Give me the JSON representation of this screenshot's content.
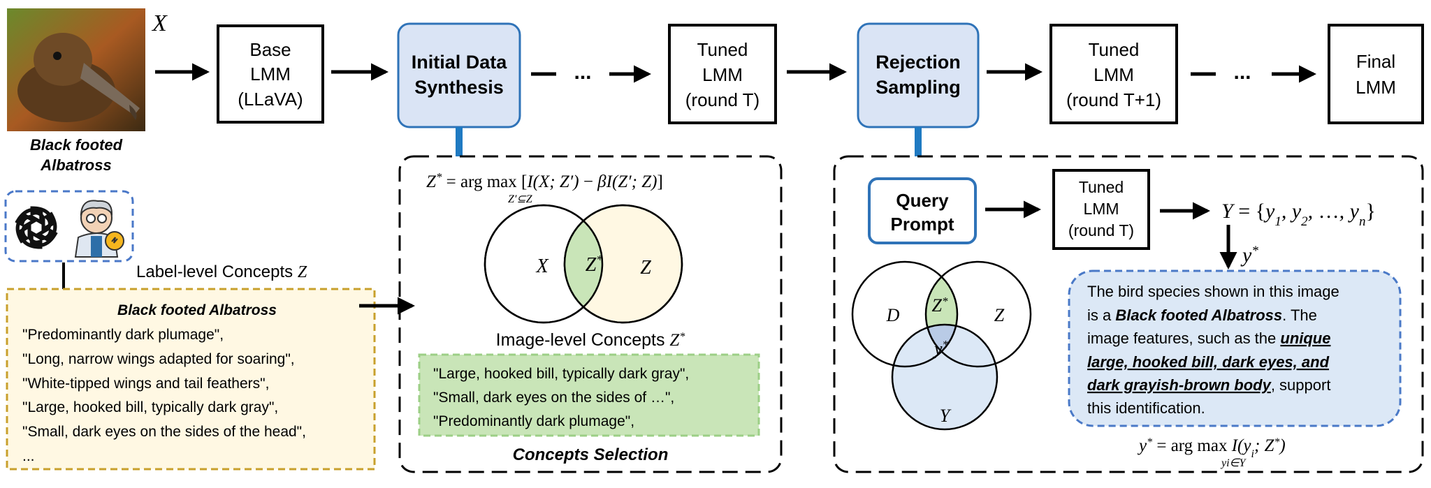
{
  "image_var": "X",
  "image_caption": [
    "Black footed",
    "Albatross"
  ],
  "icons": [
    "openai-logo-icon",
    "expert-lightbulb-icon"
  ],
  "pipeline": {
    "base_lmm": [
      "Base",
      "LMM",
      "(LLaVA)"
    ],
    "initial_synthesis": [
      "Initial Data",
      "Synthesis"
    ],
    "ellipsis": "...",
    "tuned_round_t": [
      "Tuned",
      "LMM",
      "(round T)"
    ],
    "rejection_sampling": [
      "Rejection",
      "Sampling"
    ],
    "tuned_round_t1": [
      "Tuned",
      "LMM",
      "(round T+1)"
    ],
    "final_lmm": [
      "Final",
      "LMM"
    ]
  },
  "label_concepts": {
    "heading": "Label-level Concepts",
    "var": "Z",
    "title": "Black footed Albatross",
    "items": [
      "\"Predominantly dark plumage\",",
      "\"Long, narrow wings adapted for soaring\",",
      "\"White-tipped wings and tail feathers\",",
      "\"Large, hooked bill, typically dark gray\",",
      "\"Small, dark eyes on the sides of the head\",",
      "..."
    ]
  },
  "concepts_selection": {
    "formula": "Z* = arg max [I(X; Z′) − βI(Z′; Z)]",
    "formula_sub": "Z′⊆Z",
    "venn": {
      "left": "X",
      "center": "Z*",
      "right": "Z"
    },
    "image_level_heading": "Image-level Concepts",
    "image_level_var": "Z*",
    "selected": [
      "\"Large, hooked bill, typically dark gray\",",
      "\"Small, dark eyes on the sides of …\",",
      "\"Predominantly dark plumage\","
    ],
    "caption": "Concepts Selection"
  },
  "rejection": {
    "query_prompt": [
      "Query",
      "Prompt"
    ],
    "tuned": [
      "Tuned",
      "LMM",
      "(round T)"
    ],
    "output_set": "Y = {y1, y2, …, yn}",
    "y_star": "y*",
    "venn": {
      "d": "D",
      "z_star": "Z*",
      "z": "Z",
      "y_star": "y*",
      "y": "Y"
    },
    "answer": {
      "l1": "The bird species shown in this image",
      "l2_a": "is a ",
      "l2_b": "Black footed Albatross",
      "l2_c": ". The",
      "l3_a": "image features, such as the ",
      "l3_b": "unique",
      "l4": "large, hooked bill, dark eyes, and",
      "l5_a": "dark grayish-brown body",
      "l5_b": ", support",
      "l6": "this identification."
    },
    "formula": "y* = arg max I(yi; Z*)",
    "formula_sub": "yi∈Y"
  },
  "colors": {
    "blue_box_fill": "#dae4f5",
    "blue_border": "#2f73b8",
    "blue_connector": "#1f7ac2",
    "yellow_fill": "#fff8e3",
    "yellow_border": "#c8a02c",
    "green_fill": "#c9e5b8",
    "green_dash": "#9ccf86",
    "answer_fill": "#dce8f6",
    "answer_border": "#4a79c7",
    "icon_dash": "#4a78c8",
    "y_overlap": "#b9cbe6"
  }
}
